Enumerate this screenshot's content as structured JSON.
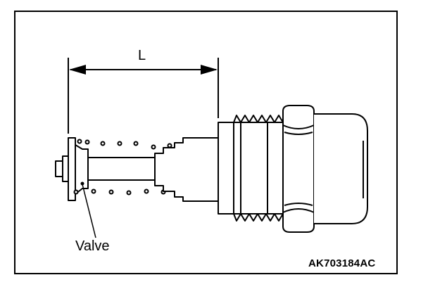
{
  "labels": {
    "dimension": "L",
    "valve": "Valve",
    "figure_code": "AK703184AC"
  }
}
